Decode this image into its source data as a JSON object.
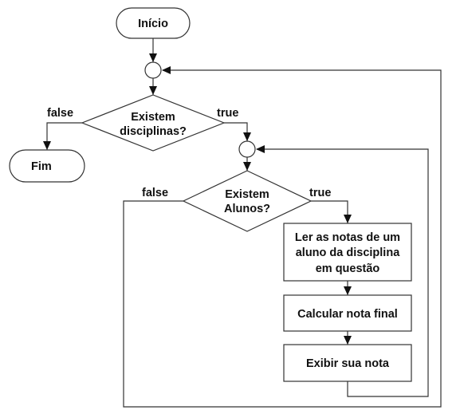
{
  "nodes": {
    "start": "Início",
    "end": "Fim",
    "decision_disciplines": [
      "Existem",
      "disciplinas?"
    ],
    "decision_students": [
      "Existem",
      "Alunos?"
    ],
    "process_read": [
      "Ler as notas de um",
      "aluno da disciplina",
      "em questão"
    ],
    "process_calculate": "Calcular nota final",
    "process_display": "Exibir sua nota"
  },
  "edges": {
    "disciplines_false": "false",
    "disciplines_true": "true",
    "students_false": "false",
    "students_true": "true"
  },
  "colors": {
    "stroke": "#333333",
    "text": "#111111",
    "fill": "#ffffff"
  }
}
